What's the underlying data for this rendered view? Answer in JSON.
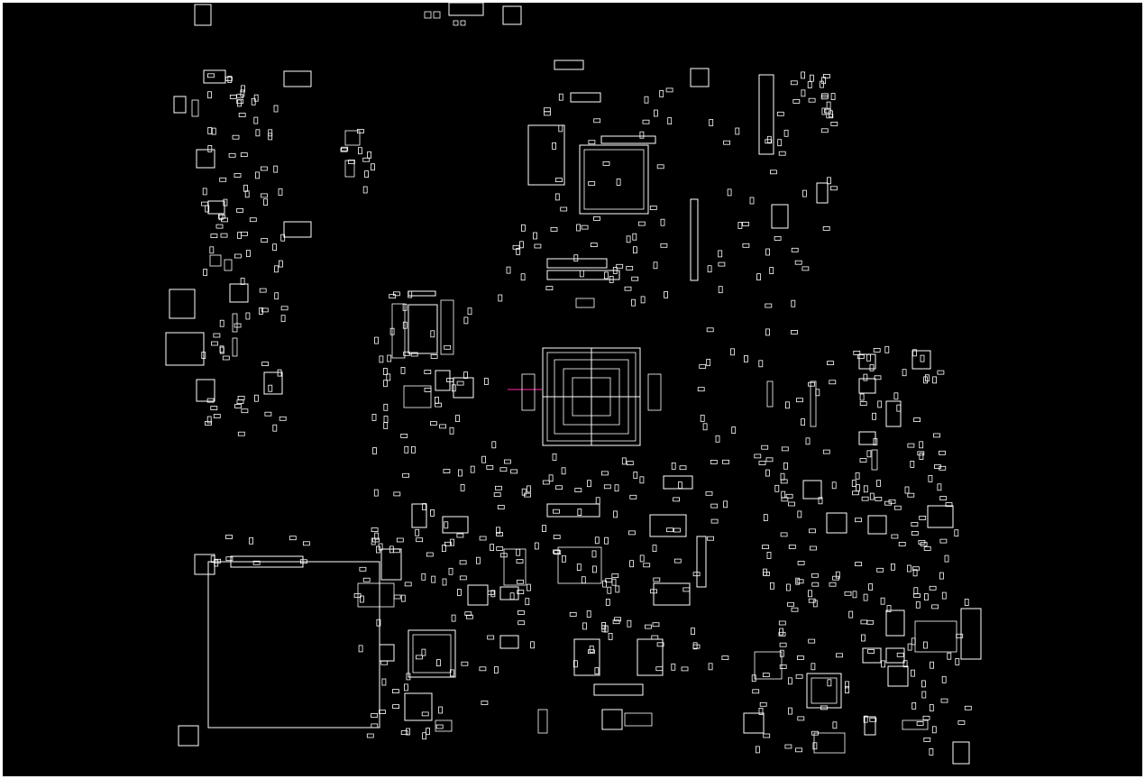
{
  "board": {
    "background_color": "#000000",
    "outline_color": "#ffffff",
    "highlight_color": "#ff2aa0",
    "frame_color": "#ffffff"
  },
  "components": {
    "main_bga_chip": "bga-package",
    "qfp_chip_top": "qfp-package",
    "qfp_chip_bottom_left": "qfp-package",
    "qfp_chip_bottom_right": "qfp-package",
    "large_outline_bottom_left": "rectangular-outline",
    "vertical_connectors": "connector",
    "ram_modules": "ic-array"
  }
}
